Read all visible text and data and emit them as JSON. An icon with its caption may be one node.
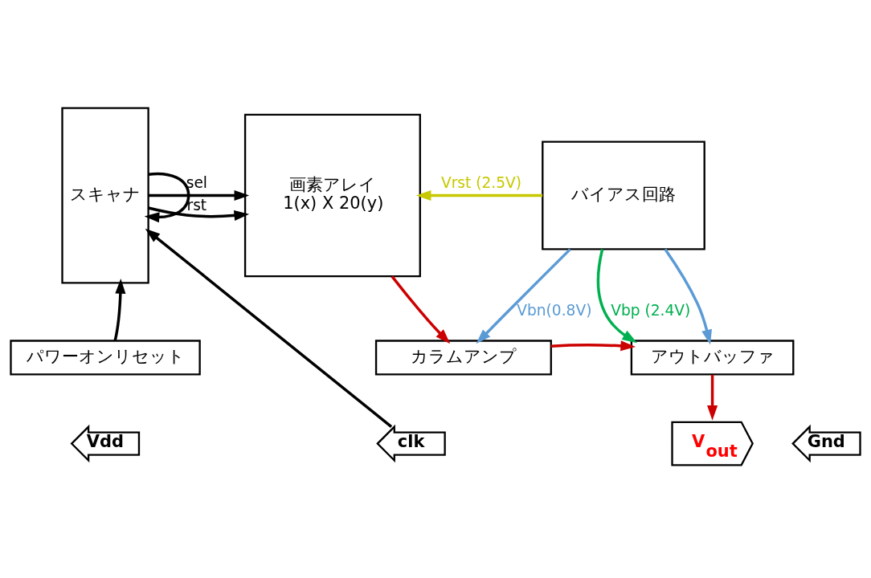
{
  "diagram": {
    "nodes": [
      {
        "text": [
          "スキャナ"
        ]
      },
      {
        "text": [
          "画素アレイ",
          "1(x) X 20(y)"
        ]
      },
      {
        "text": [
          "バイアス回路"
        ]
      },
      {
        "text": [
          "カラムアンプ"
        ]
      },
      {
        "text": [
          "アウトバッファ"
        ]
      },
      {
        "text": [
          "パワーオンリセット"
        ]
      },
      {
        "text": [
          "clk"
        ]
      },
      {
        "text": [
          "Vdd"
        ]
      },
      {
        "text": [
          "Gnd"
        ]
      },
      {
        "text": [
          "V$_{out}$"
        ]
      }
    ],
    "edges": [
      {
        "from": 0,
        "to": 0,
        "arrow": "to"
      },
      {
        "from": 0,
        "to": 1,
        "label": "rst",
        "arrow": "to"
      },
      {
        "from": 0,
        "to": 1,
        "label": "sel",
        "arrow": "to"
      },
      {
        "from": 2,
        "to": 1,
        "label": "Vrst (2.5V)",
        "arrow": "to",
        "color": "#c8c800"
      },
      {
        "from": 1,
        "to": 3,
        "arrow": "to",
        "color": "#cc0000"
      },
      {
        "from": 2,
        "to": 4,
        "label": "Vbp (2.4V)",
        "arrow": "to",
        "color": "#00b050"
      },
      {
        "from": 3,
        "to": 4,
        "arrow": "to",
        "color": "#cc0000"
      },
      {
        "from": 2,
        "to": 4,
        "arrow": "to",
        "color": "#5b9bd5"
      },
      {
        "from": 2,
        "to": 3,
        "label": "Vbn(0.8V)",
        "arrow": "to",
        "color": "#5b9bd5"
      },
      {
        "from": 4,
        "to": 9,
        "arrow": "to",
        "color": "#cc0000"
      },
      {
        "from": 6,
        "to": 0,
        "arrow": "to"
      },
      {
        "from": 5,
        "to": 0,
        "arrow": "to"
      }
    ]
  }
}
